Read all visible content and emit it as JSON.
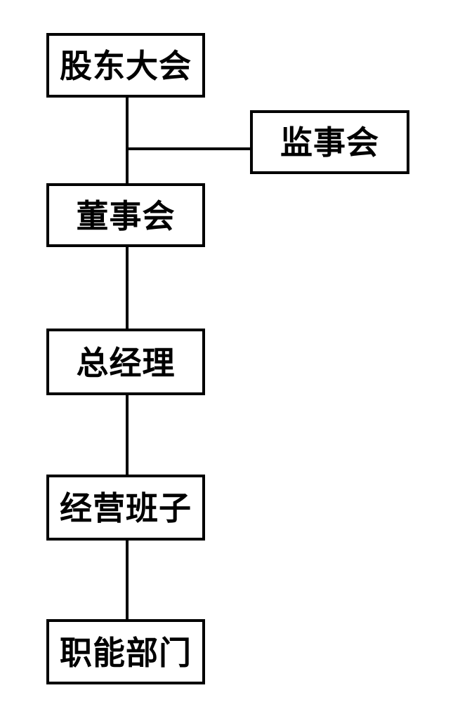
{
  "diagram": {
    "type": "org-chart",
    "title": "",
    "orientation": "vertical",
    "nodes": [
      {
        "id": "shareholders",
        "label": "股东大会"
      },
      {
        "id": "supervisors",
        "label": "监事会"
      },
      {
        "id": "directors",
        "label": "董事会"
      },
      {
        "id": "gm",
        "label": "总经理"
      },
      {
        "id": "mgmt",
        "label": "经营班子"
      },
      {
        "id": "depts",
        "label": "职能部门"
      }
    ],
    "edges": [
      {
        "from": "shareholders",
        "to": "directors",
        "style": "straight-vertical"
      },
      {
        "from": "shareholders",
        "to": "supervisors",
        "style": "branch-horizontal"
      },
      {
        "from": "directors",
        "to": "gm",
        "style": "straight-vertical"
      },
      {
        "from": "gm",
        "to": "mgmt",
        "style": "straight-vertical"
      },
      {
        "from": "mgmt",
        "to": "depts",
        "style": "straight-vertical"
      }
    ],
    "colors": {
      "background": "#ffffff",
      "box_border": "#000000",
      "box_fill": "#ffffff",
      "text": "#000000",
      "connector": "#000000"
    }
  }
}
